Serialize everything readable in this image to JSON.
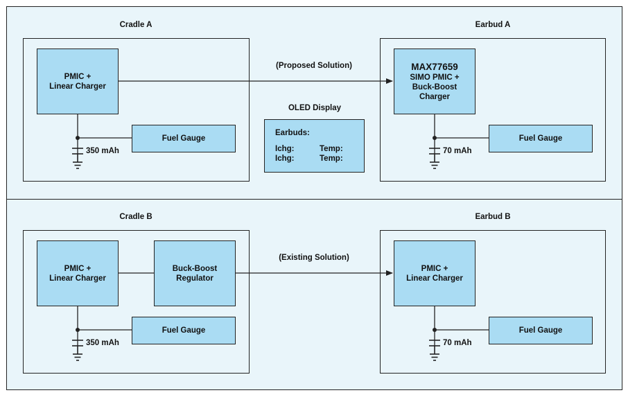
{
  "top": {
    "cradle": {
      "title": "Cradle A",
      "pmic": [
        "PMIC +",
        "Linear Charger"
      ],
      "fuel_gauge": "Fuel Gauge",
      "battery": "350 mAh"
    },
    "link_label": "(Proposed Solution)",
    "oled": {
      "title": "OLED Display",
      "header": "Earbuds:",
      "rows": [
        {
          "ichg": "Ichg:",
          "temp": "Temp:"
        },
        {
          "ichg": "Ichg:",
          "temp": "Temp:"
        }
      ]
    },
    "earbud": {
      "title": "Earbud A",
      "chip_name": "MAX77659",
      "chip_desc": [
        "SIMO PMIC +",
        "Buck-Boost",
        "Charger"
      ],
      "fuel_gauge": "Fuel Gauge",
      "battery": "70 mAh"
    }
  },
  "bottom": {
    "cradle": {
      "title": "Cradle B",
      "pmic": [
        "PMIC +",
        "Linear Charger"
      ],
      "regulator": [
        "Buck-Boost",
        "Regulator"
      ],
      "fuel_gauge": "Fuel Gauge",
      "battery": "350 mAh"
    },
    "link_label": "(Existing Solution)",
    "earbud": {
      "title": "Earbud B",
      "pmic": [
        "PMIC +",
        "Linear Charger"
      ],
      "fuel_gauge": "Fuel Gauge",
      "battery": "70 mAh"
    }
  },
  "colors": {
    "block_fill": "#aadcf3",
    "panel_fill": "#e9f5fa",
    "line": "#222222"
  }
}
